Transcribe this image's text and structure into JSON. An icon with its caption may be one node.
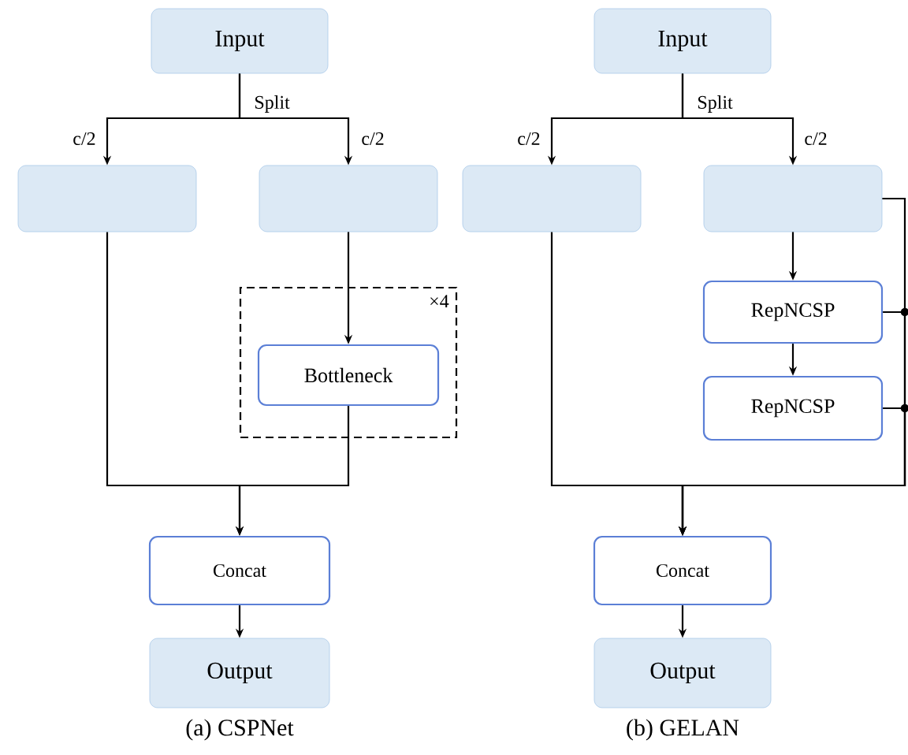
{
  "diagram": {
    "nodes": [
      {
        "text": [
          "Input"
        ]
      },
      {
        "text": [],
        "shape": "box"
      },
      {
        "text": [],
        "shape": "box"
      },
      {
        "text": [
          "×4"
        ]
      },
      {
        "text": [
          "Bottleneck"
        ],
        "in": 3
      },
      {
        "text": [
          "Concat"
        ]
      },
      {
        "text": [
          "Output"
        ]
      },
      {
        "text": [
          "Input"
        ]
      },
      {
        "text": [],
        "shape": "box"
      },
      {
        "text": [],
        "shape": "box"
      },
      {
        "text": [
          "RepNCSP"
        ]
      },
      {
        "text": [
          "RepNCSP"
        ]
      },
      {
        "text": [
          "Concat"
        ]
      },
      {
        "text": [
          "Output"
        ]
      }
    ],
    "edges": [
      {
        "from": 0,
        "to": 1,
        "arrow": "to",
        "label": "c/2"
      },
      {
        "from": 0,
        "to": 2,
        "arrow": "to",
        "label": "c/2"
      },
      {
        "from": 2,
        "to": 4,
        "arrow": "to"
      },
      {
        "from": 1,
        "to": 5,
        "arrow": "to"
      },
      {
        "from": 4,
        "to": 5,
        "arrow": "to"
      },
      {
        "from": 5,
        "to": 6,
        "arrow": "to"
      },
      {
        "from": 7,
        "to": 8,
        "arrow": "to",
        "label": "c/2"
      },
      {
        "from": 7,
        "to": 9,
        "arrow": "to",
        "label": "c/2"
      },
      {
        "from": 9,
        "to": 10,
        "arrow": "to"
      },
      {
        "from": 10,
        "to": 11,
        "arrow": "to"
      },
      {
        "from": 8,
        "to": 12,
        "arrow": "to"
      },
      {
        "from": 9,
        "to": 12,
        "arrow": "to"
      },
      {
        "from": 10,
        "to": 12,
        "arrow": "to"
      },
      {
        "from": 11,
        "to": 12,
        "arrow": "to"
      },
      {
        "from": 12,
        "to": 13,
        "arrow": "to"
      }
    ],
    "labels": [
      "Split",
      "Split",
      "(a) CSPNet",
      "(b) GELAN"
    ]
  }
}
